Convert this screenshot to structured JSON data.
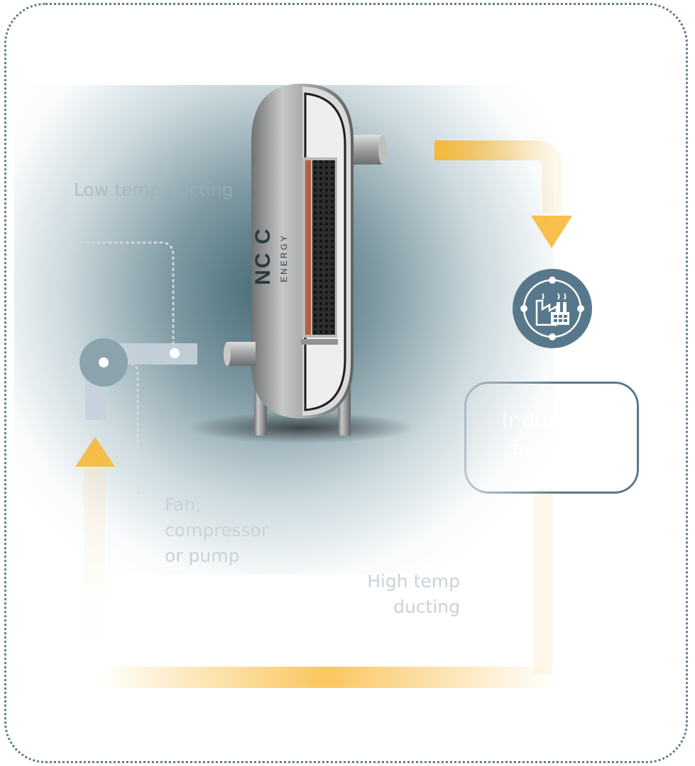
{
  "labels": {
    "low_temp": "Low temp ducting",
    "fan": "Fan, compressor or pump",
    "high_temp": "High temp ducting",
    "industrial": "Industrial Process"
  },
  "brand": {
    "logo_main": "NC C",
    "logo_sub": "ENERGY"
  },
  "colors": {
    "accent_orange": "#f8b52d",
    "teal": "#57788a",
    "frame": "#5d7d8a"
  },
  "icons": [
    "factory-icon",
    "arrow-down-icon",
    "arrow-up-icon",
    "fan-icon"
  ]
}
